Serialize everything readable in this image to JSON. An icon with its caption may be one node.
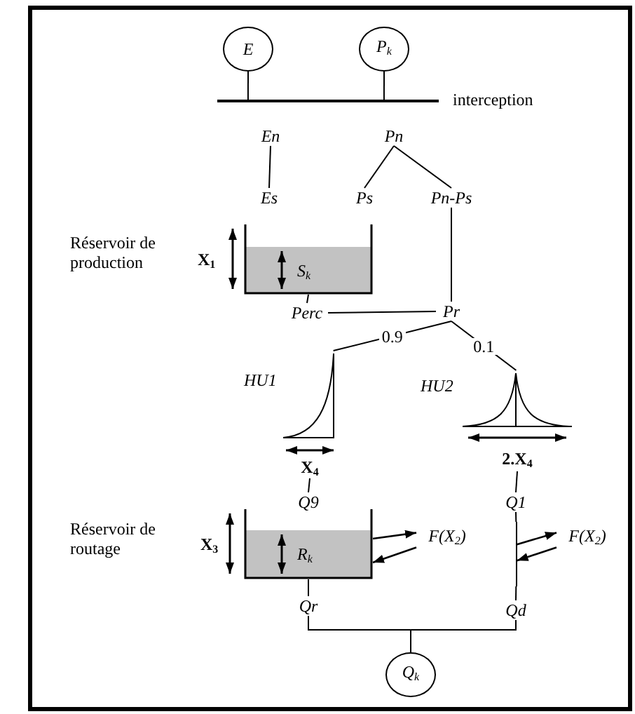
{
  "diagram": {
    "nodes": [
      {
        "text": [
          "E"
        ]
      },
      {
        "text": [
          "P$_{k}$"
        ]
      },
      {
        "text": [],
        "shape": "bar",
        "beside": [
          "interception"
        ]
      },
      {
        "text": [
          "En"
        ]
      },
      {
        "text": [
          "Pn"
        ]
      },
      {
        "text": [
          "Es"
        ]
      },
      {
        "text": [
          "Ps"
        ]
      },
      {
        "text": [
          "Pn-Ps"
        ]
      },
      {
        "text": [
          "S$_{k}$"
        ],
        "beside": [
          "Réservoir de production",
          "X$_{1}$"
        ]
      },
      {
        "text": [
          "Perc"
        ]
      },
      {
        "text": [
          "Pr"
        ]
      },
      {
        "text": [
          "X$_{4}$"
        ],
        "beside": [
          "HU1"
        ]
      },
      {
        "text": [
          "2.X$_{4}$"
        ],
        "beside": [
          "HU2"
        ]
      },
      {
        "text": [
          "Q9"
        ]
      },
      {
        "text": [
          "Q1"
        ]
      },
      {
        "text": [
          "R$_{k}$"
        ],
        "beside": [
          "Réservoir de routage",
          "X$_{3}$"
        ]
      },
      {
        "text": [
          "F(X$_{2}$)"
        ]
      },
      {
        "text": [
          "F(X$_{2}$)"
        ]
      },
      {
        "text": [
          "Qd"
        ]
      },
      {
        "text": [
          "Qr"
        ]
      },
      {
        "text": [
          "Q$_{k}$"
        ]
      },
      {
        "text": [],
        "shape": "bar"
      }
    ],
    "edges": [
      {
        "from": 0,
        "to": 2,
        "arrow": "none"
      },
      {
        "from": 1,
        "to": 2,
        "arrow": "none"
      },
      {
        "from": 3,
        "to": 5,
        "arrow": "none"
      },
      {
        "from": 4,
        "to": 6,
        "arrow": "none"
      },
      {
        "from": 4,
        "to": 7,
        "arrow": "none"
      },
      {
        "from": 8,
        "to": 9,
        "arrow": "none"
      },
      {
        "from": 9,
        "to": 10,
        "arrow": "none"
      },
      {
        "from": 7,
        "to": 10,
        "arrow": "none"
      },
      {
        "from": 10,
        "to": 11,
        "arrow": "none",
        "label": "0.9"
      },
      {
        "from": 10,
        "to": 12,
        "arrow": "none",
        "label": "0.1"
      },
      {
        "from": 11,
        "to": 13,
        "arrow": "none"
      },
      {
        "from": 12,
        "to": 14,
        "arrow": "none"
      },
      {
        "from": 15,
        "to": 16,
        "arrow": "to"
      },
      {
        "from": 16,
        "to": 15,
        "arrow": "to"
      },
      {
        "from": 14,
        "to": 21,
        "arrow": "none"
      },
      {
        "from": 21,
        "to": 17,
        "arrow": "to"
      },
      {
        "from": 17,
        "to": 21,
        "arrow": "to"
      },
      {
        "from": 15,
        "to": 19,
        "arrow": "none"
      },
      {
        "from": 19,
        "to": 20,
        "arrow": "none"
      },
      {
        "from": 18,
        "to": 20,
        "arrow": "none"
      },
      {
        "from": 21,
        "to": 18,
        "arrow": "none"
      }
    ]
  }
}
